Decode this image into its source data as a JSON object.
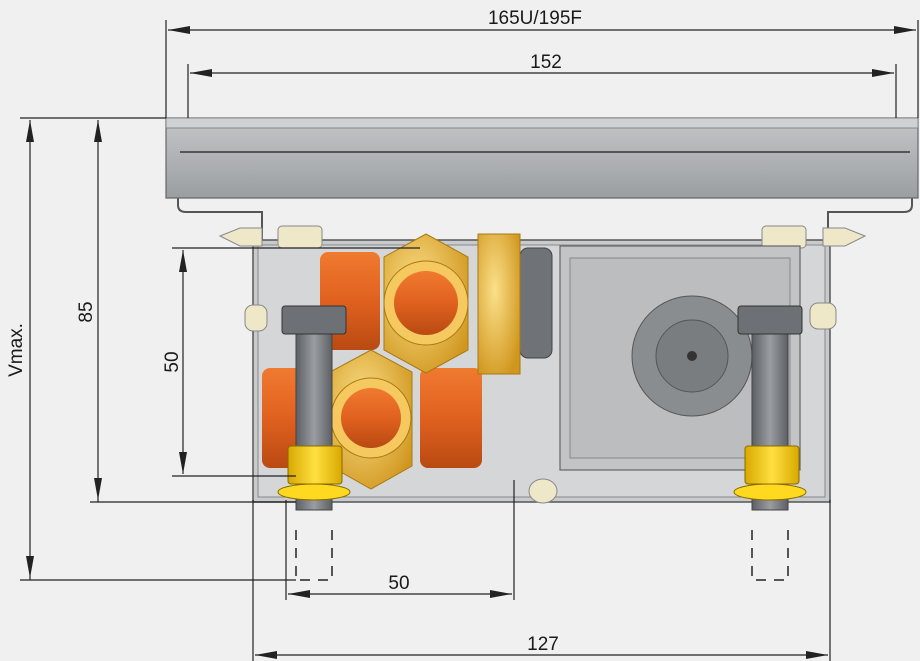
{
  "dimensions": {
    "overall_width": "165U/195F",
    "grille_width": "152",
    "height_max": "Vmax.",
    "height": "85",
    "pipe_spacing_vertical": "50",
    "pipe_spacing_horizontal": "50",
    "base_width": "127"
  },
  "colors": {
    "background": "#f0f0f0",
    "housing": "#a9acae",
    "brass": "#e8b23a",
    "copper": "#e0611f",
    "yellow_collar": "#f2c40c"
  }
}
